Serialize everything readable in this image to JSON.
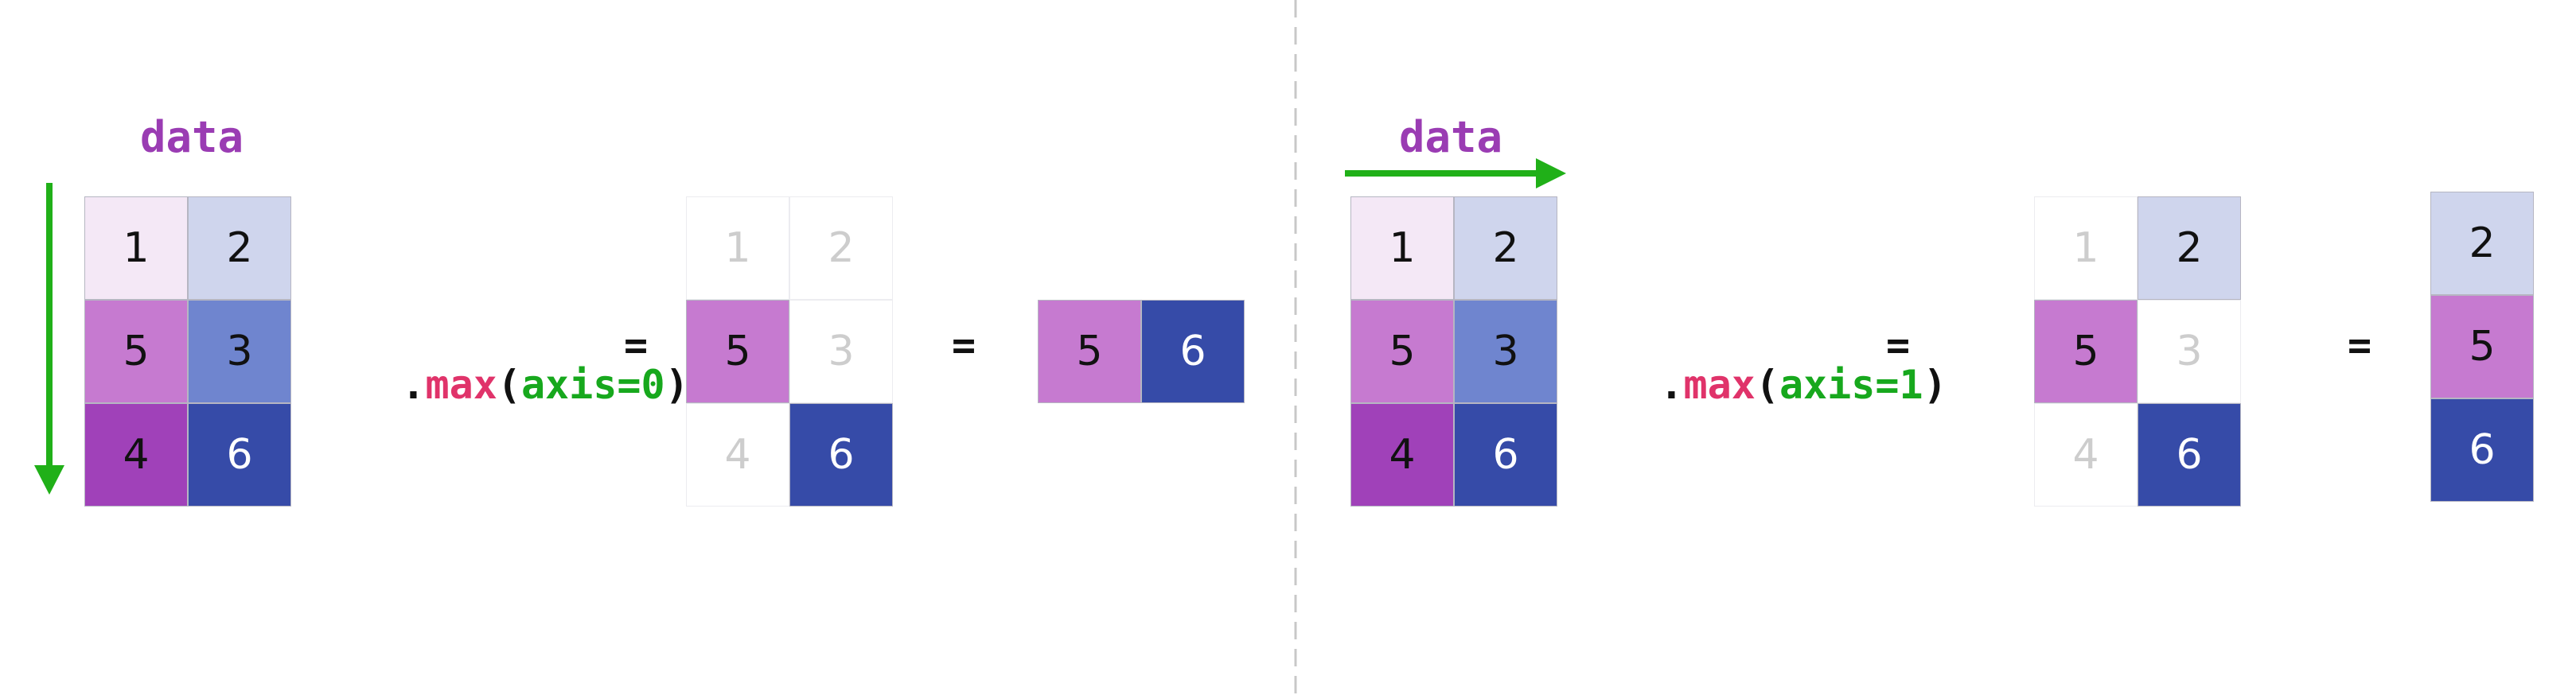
{
  "colors": {
    "v1": "#f4e8f6",
    "v2": "#cfd5ed",
    "v3": "#6f85cf",
    "v4": "#a041b9",
    "v5": "#c67ad0",
    "v6": "#364ba8",
    "empty": "#ffffff",
    "grid_line": "#b6b6c2",
    "text_dark": "#111111",
    "text_light": "#ffffff",
    "text_faded": "#cdcdcd",
    "label_purple": "#9a3cb3",
    "method_pink": "#e0336a",
    "arg_green": "#17a81d",
    "punct": "#111111",
    "arrow_green": "#20b018",
    "divider": "#c8c8c8"
  },
  "left": {
    "data_label": "data",
    "input": [
      [
        1,
        2
      ],
      [
        5,
        3
      ],
      [
        4,
        6
      ]
    ],
    "expression": {
      "dot": ".",
      "method": "max",
      "open": "(",
      "arg": "axis=0",
      "close": ")"
    },
    "equals": "=",
    "highlight": [
      [
        null,
        null
      ],
      [
        5,
        null
      ],
      [
        null,
        6
      ]
    ],
    "faded": [
      [
        1,
        2
      ],
      [
        null,
        3
      ],
      [
        4,
        null
      ]
    ],
    "result": [
      5,
      6
    ]
  },
  "right": {
    "data_label": "data",
    "input": [
      [
        1,
        2
      ],
      [
        5,
        3
      ],
      [
        4,
        6
      ]
    ],
    "expression": {
      "dot": ".",
      "method": "max",
      "open": "(",
      "arg": "axis=1",
      "close": ")"
    },
    "equals": "=",
    "highlight": [
      [
        null,
        2
      ],
      [
        5,
        null
      ],
      [
        null,
        6
      ]
    ],
    "faded": [
      [
        1,
        null
      ],
      [
        null,
        3
      ],
      [
        4,
        null
      ]
    ],
    "result": [
      2,
      5,
      6
    ]
  }
}
